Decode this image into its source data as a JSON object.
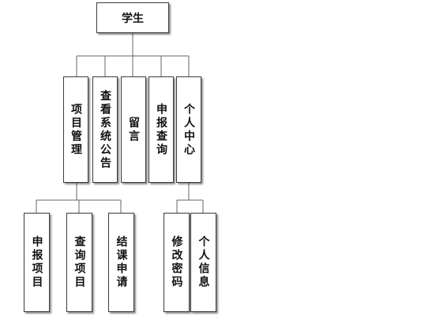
{
  "diagram": {
    "root": "学生",
    "level1": [
      "项目管理",
      "查看系统公告",
      "留言",
      "申报查询",
      "个人中心"
    ],
    "project_management_children": [
      "申报项目",
      "查询项目",
      "结课申请"
    ],
    "personal_center_children": [
      "修改密码",
      "个人信息"
    ]
  }
}
